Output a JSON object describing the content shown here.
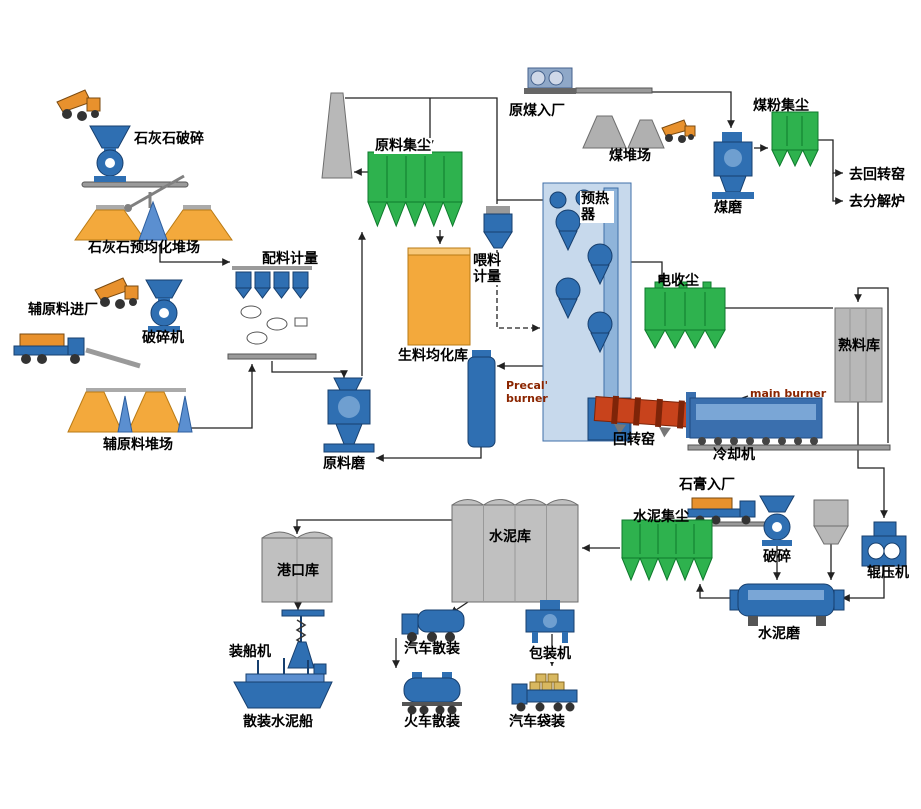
{
  "colors": {
    "equipment_blue": "#2f6fb2",
    "equipment_blue_dark": "#173f6e",
    "dust_collector_green": "#2eb24e",
    "material_orange": "#f3a93c",
    "silo_gray": "#c0c0c0",
    "kiln_red": "#c8431c",
    "burner_text_red": "#8b2500",
    "connector_black": "#222222"
  },
  "labels": {
    "limestone_crushing": "石灰石破碎",
    "limestone_preblending_yard": "石灰石预均化堆场",
    "aux_material_entry": "辅原料进厂",
    "aux_crusher": "破碎机",
    "batching_metering": "配料计量",
    "aux_material_yard": "辅原料堆场",
    "raw_mill": "原料磨",
    "raw_dust_collector": "原料集尘",
    "raw_meal_silo": "生料均化库",
    "feed_metering": "喂料计量",
    "preheater": "预热器",
    "precal_burner": "Precal' burner",
    "main_burner": "main burner",
    "rotary_kiln": "回转窑",
    "cooler": "冷却机",
    "clinker_silo": "熟料库",
    "raw_coal_entry": "原煤入厂",
    "coal_yard": "煤堆场",
    "coal_dust_collector": "煤粉集尘",
    "coal_mill": "煤磨",
    "to_rotary_kiln": "去回转窑",
    "to_calciner": "去分解炉",
    "esp": "电收尘",
    "gypsum_entry": "石膏入厂",
    "cement_dust_collector": "水泥集尘",
    "cement_crushing": "破碎",
    "roller_press": "辊压机",
    "cement_mill": "水泥磨",
    "cement_silo": "水泥库",
    "port_silo": "港口库",
    "ship_loader": "装船机",
    "bulk_cement_ship": "散装水泥船",
    "truck_bulk": "汽车散装",
    "train_bulk": "火车散装",
    "packing_machine": "包装机",
    "truck_bagged": "汽车袋装"
  }
}
